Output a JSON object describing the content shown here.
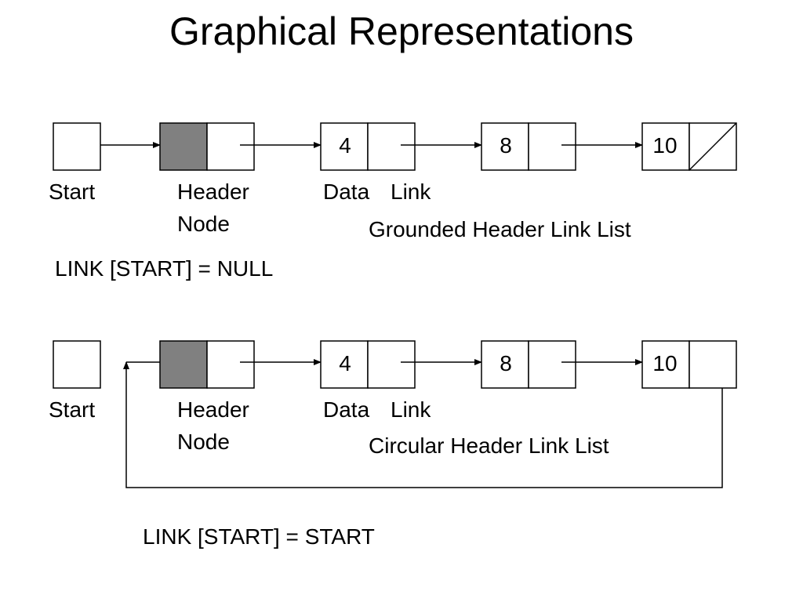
{
  "title": "Graphical Representations",
  "colors": {
    "header_fill": "#808080",
    "stroke": "#000000",
    "background": "#ffffff"
  },
  "grounded": {
    "values": [
      "4",
      "8",
      "10"
    ],
    "labels": {
      "start": "Start",
      "header_line1": "Header",
      "header_line2": "Node",
      "data": "Data",
      "link": "Link"
    },
    "caption": "Grounded Header Link List",
    "equation": "LINK [START] = NULL"
  },
  "circular": {
    "values": [
      "4",
      "8",
      "10"
    ],
    "labels": {
      "start": "Start",
      "header_line1": "Header",
      "header_line2": "Node",
      "data": "Data",
      "link": "Link"
    },
    "caption": "Circular Header Link List",
    "equation": "LINK [START] = START"
  }
}
